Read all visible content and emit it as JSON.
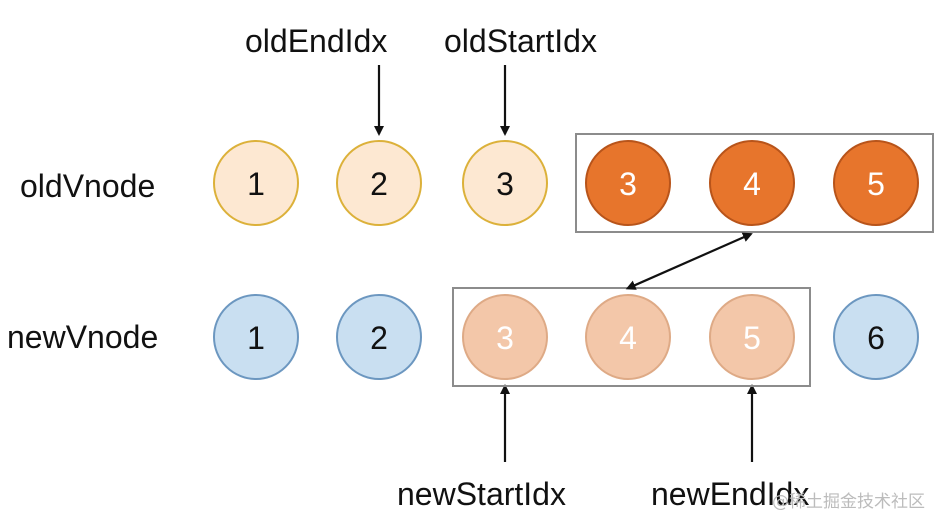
{
  "rows": {
    "old": {
      "label": "oldVnode",
      "nodes": [
        {
          "value": "1",
          "style": "old"
        },
        {
          "value": "2",
          "style": "old"
        },
        {
          "value": "3",
          "style": "old"
        },
        {
          "value": "3",
          "style": "old-dark"
        },
        {
          "value": "4",
          "style": "old-dark"
        },
        {
          "value": "5",
          "style": "old-dark"
        }
      ]
    },
    "new": {
      "label": "newVnode",
      "nodes": [
        {
          "value": "1",
          "style": "new"
        },
        {
          "value": "2",
          "style": "new"
        },
        {
          "value": "3",
          "style": "new-peach"
        },
        {
          "value": "4",
          "style": "new-peach"
        },
        {
          "value": "5",
          "style": "new-peach"
        },
        {
          "value": "6",
          "style": "new"
        }
      ]
    }
  },
  "pointers": {
    "old_end": "oldEndIdx",
    "old_start": "oldStartIdx",
    "new_start": "newStartIdx",
    "new_end": "newEndIdx"
  },
  "watermark": "@稀土掘金技术社区",
  "colors": {
    "old_fill": "#fde8d2",
    "old_stroke": "#dcb13a",
    "old_dark_fill": "#e7752c",
    "old_dark_stroke": "#b8541a",
    "old_dark_text": "#ffffff",
    "new_fill": "#c9dff1",
    "new_stroke": "#6c97c0",
    "new_peach_fill": "#f3c7a9",
    "new_peach_stroke": "#deaa86",
    "new_peach_text": "#ffffff",
    "text": "#111111",
    "box_stroke": "#8c8c8c"
  }
}
